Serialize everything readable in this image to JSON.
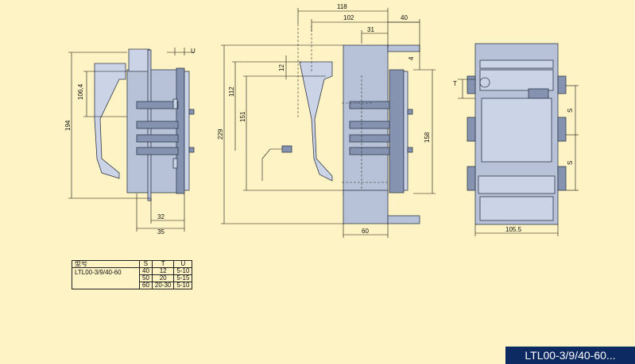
{
  "dimensions": {
    "d194": "194",
    "d106_4": "106,4",
    "dU_top": "U",
    "d32": "32",
    "d35": "35",
    "d118": "118",
    "d102": "102",
    "d40": "40",
    "d31": "31",
    "d12": "12",
    "d4": "4",
    "d112": "112",
    "d151": "151",
    "d229": "229",
    "d158": "158",
    "d60": "60",
    "dT": "T",
    "dS1": "S",
    "dS2": "S",
    "d105_5": "105.5"
  },
  "table": {
    "model_header": "型号",
    "model_value": "LTL00-3/9/40-60",
    "col_s": "S",
    "col_t": "T",
    "col_u": "U",
    "rows": [
      {
        "s": "40",
        "t": "12",
        "u": "5-10"
      },
      {
        "s": "50",
        "t": "20",
        "u": "5-15"
      },
      {
        "s": "60",
        "t": "20-30",
        "u": "5-10"
      }
    ]
  },
  "badge": "LTL00-3/9/40-60...",
  "colors": {
    "background": "#fdf3c4",
    "badge": "#0e2a63",
    "body": "#b7c2d8"
  }
}
